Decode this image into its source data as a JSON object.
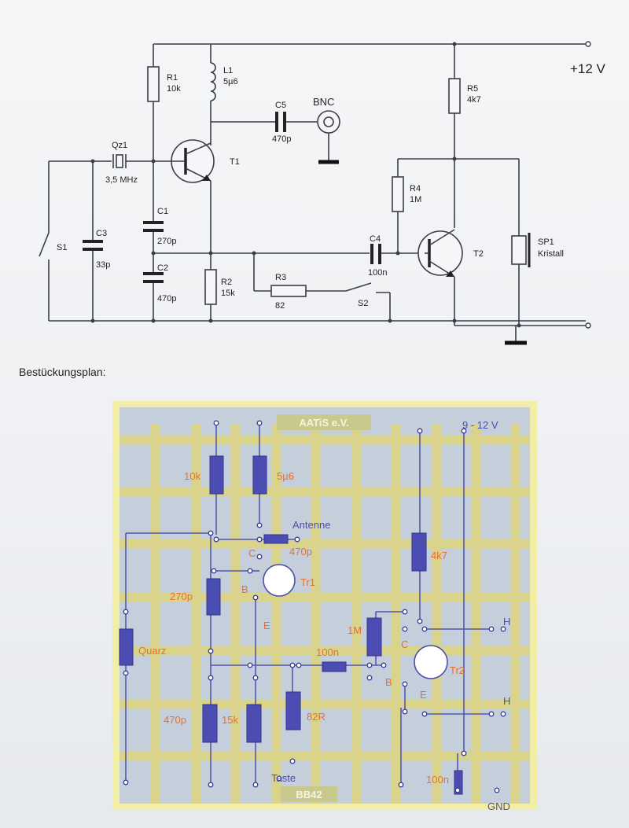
{
  "schematic": {
    "supply_label": "+12 V",
    "components": {
      "r1": {
        "ref": "R1",
        "value": "10k"
      },
      "l1": {
        "ref": "L1",
        "value": "5µ6"
      },
      "c5": {
        "ref": "C5",
        "value": "470p"
      },
      "bnc": {
        "ref": "BNC"
      },
      "qz1": {
        "ref": "Qz1",
        "value": "3,5 MHz"
      },
      "t1": {
        "ref": "T1"
      },
      "r5": {
        "ref": "R5",
        "value": "4k7"
      },
      "r4": {
        "ref": "R4",
        "value": "1M"
      },
      "c1": {
        "ref": "C1",
        "value": "270p"
      },
      "c2": {
        "ref": "C2",
        "value": "470p"
      },
      "c3": {
        "ref": "C3",
        "value": "33p"
      },
      "s1": {
        "ref": "S1"
      },
      "r2": {
        "ref": "R2",
        "value": "15k"
      },
      "r3": {
        "ref": "R3",
        "value": "82"
      },
      "s2": {
        "ref": "S2"
      },
      "c4": {
        "ref": "C4",
        "value": "100n"
      },
      "t2": {
        "ref": "T2"
      },
      "sp1": {
        "ref": "SP1",
        "value": "Kristall"
      }
    }
  },
  "layout_caption": "Bestückungsplan:",
  "pcb": {
    "title": "AATiS e.V.",
    "board_id": "BB42",
    "supply_label": "9 - 12 V",
    "gnd_label": "GND",
    "values": {
      "r1": "10k",
      "l1": "5µ6",
      "c5": "470p",
      "c1": "270p",
      "quartz": "Quarz",
      "c2": "470p",
      "r2": "15k",
      "r3": "82R",
      "c4": "100n",
      "r4": "1M",
      "r5": "4k7",
      "c_supply": "100n"
    },
    "labels": {
      "antenna": "Antenne",
      "key": "Taste",
      "tr1": "Tr1",
      "tr2": "Tr2",
      "c_tr1": "C",
      "b_tr1": "B",
      "e_tr1": "E",
      "c_tr2": "C",
      "b_tr2": "B",
      "e_tr2": "E",
      "h_top": "H",
      "h_bottom": "H"
    }
  }
}
